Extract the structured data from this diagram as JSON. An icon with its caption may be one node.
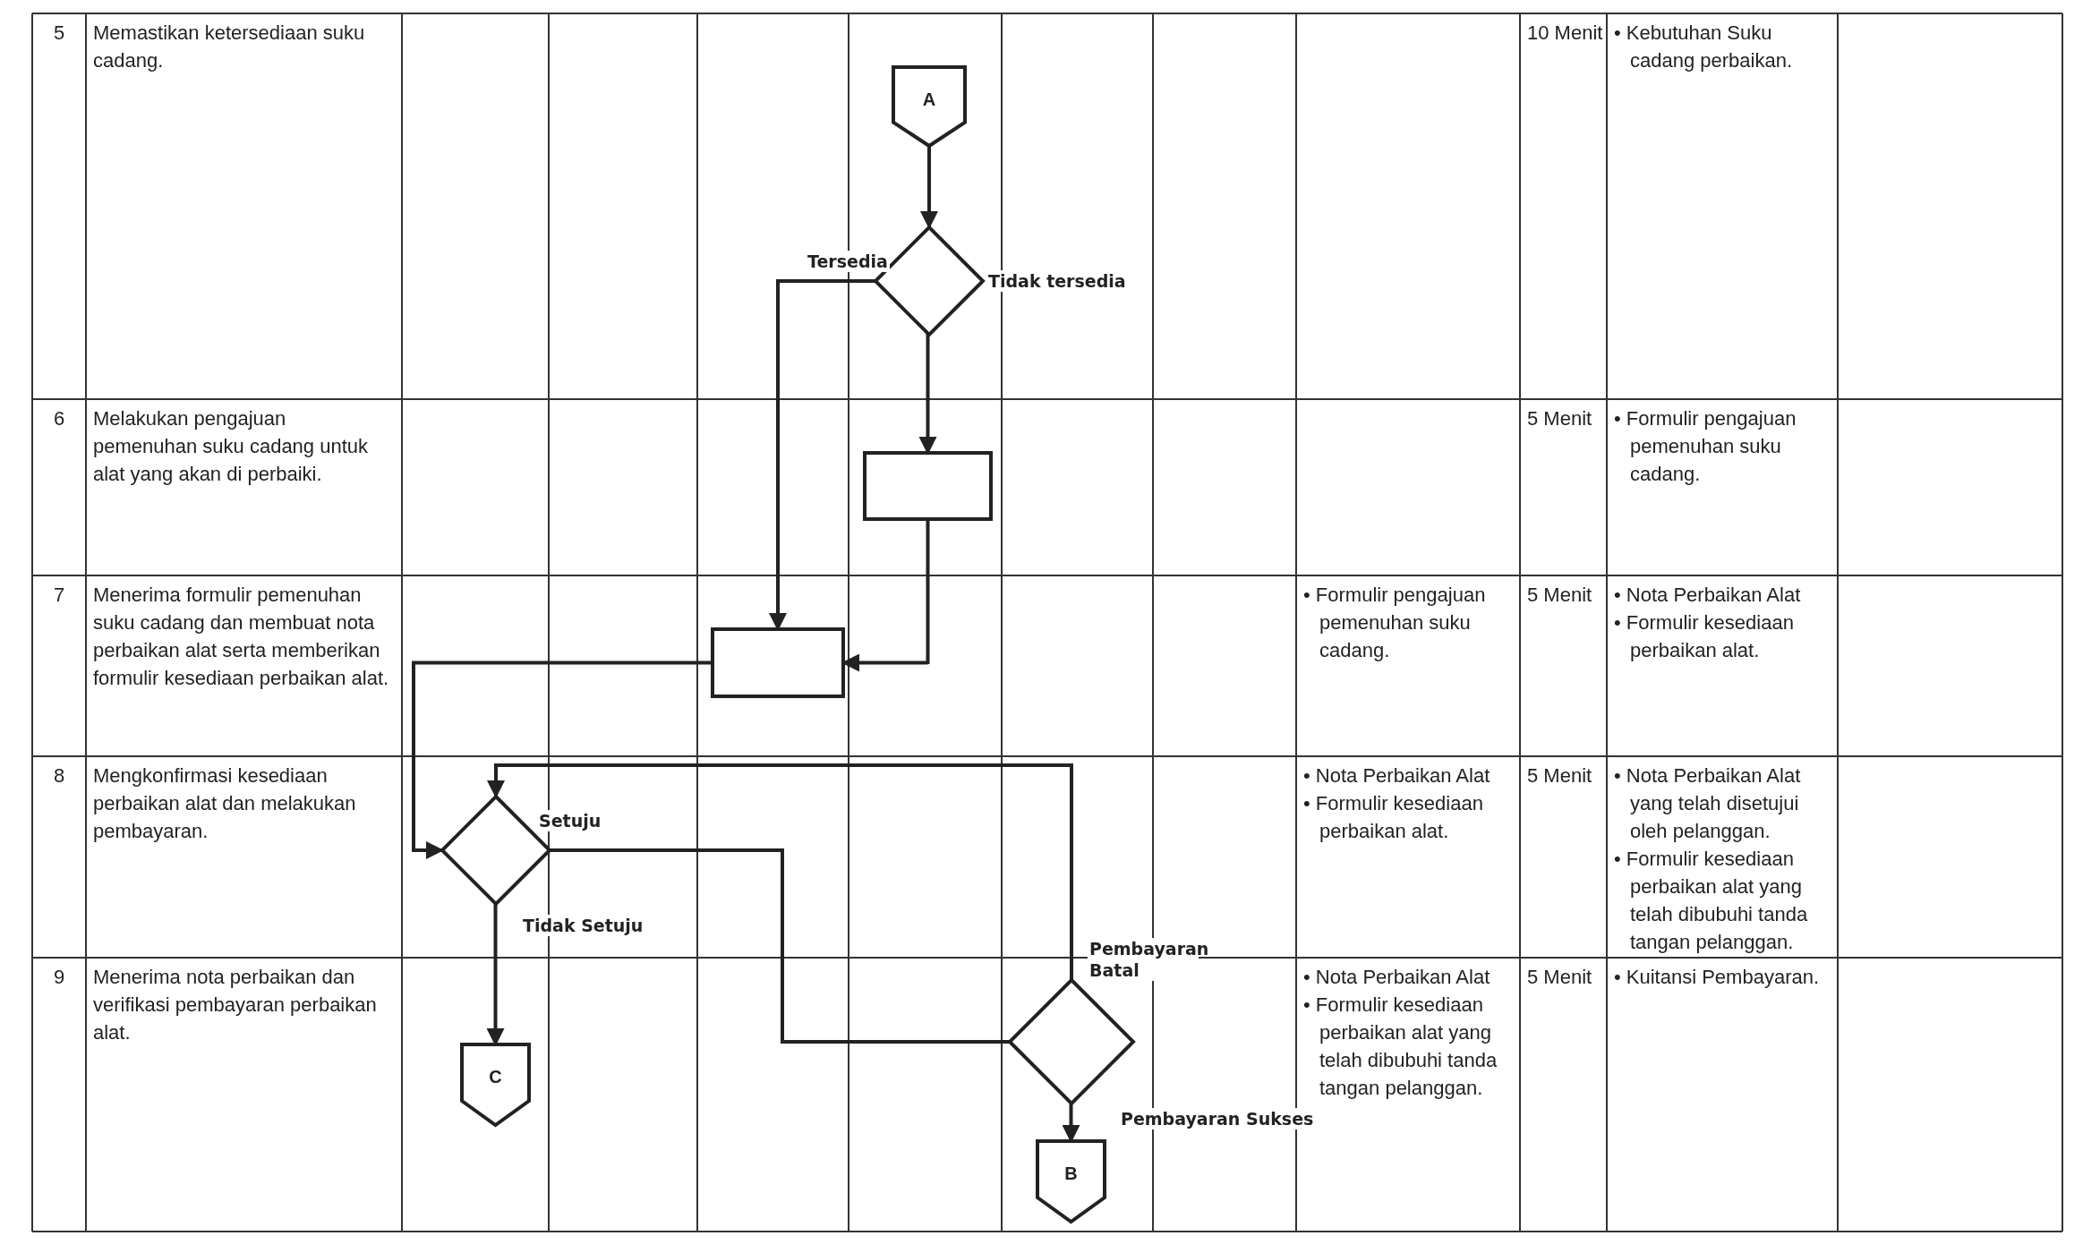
{
  "diagram": {
    "nodes": [
      {
        "text": [
          "A"
        ]
      },
      {
        "text": [],
        "shape": "diamond"
      },
      {
        "text": [],
        "shape": "box"
      },
      {
        "text": [],
        "shape": "box"
      },
      {
        "text": [],
        "shape": "diamond"
      },
      {
        "text": [
          "C"
        ]
      },
      {
        "text": [],
        "shape": "diamond"
      },
      {
        "text": [
          "B"
        ]
      }
    ],
    "edges": [
      {
        "from": 0,
        "to": 1,
        "arrow": "to"
      },
      {
        "from": 1,
        "to": 3,
        "arrow": "to",
        "label": "Tersedia"
      },
      {
        "from": 1,
        "to": 2,
        "arrow": "to",
        "label": "Tidak tersedia"
      },
      {
        "from": 2,
        "to": 3,
        "arrow": "to"
      },
      {
        "from": 3,
        "to": 4,
        "arrow": "to"
      },
      {
        "from": 4,
        "to": 5,
        "arrow": "to",
        "label": "Tidak Setuju"
      },
      {
        "from": 4,
        "to": 6,
        "arrow": "none",
        "label": "Setuju"
      },
      {
        "from": 6,
        "to": 4,
        "arrow": "to",
        "label": "Pembayaran Batal"
      },
      {
        "from": 6,
        "to": 7,
        "arrow": "to",
        "label": "Pembayaran Sukses"
      }
    ],
    "labels": [
      "5",
      "Memastikan ketersediaan suku cadang.",
      "10 Menit",
      "• Kebutuhan Suku cadang perbaikan.",
      "6",
      "Melakukan pengajuan pemenuhan suku cadang untuk alat yang akan di perbaiki.",
      "5 Menit",
      "• Formulir pengajuan pemenuhan suku cadang.",
      "7",
      "Menerima formulir pemenuhan suku cadang dan membuat nota perbaikan alat serta memberikan formulir kesediaan perbaikan alat.",
      "• Formulir pengajuan pemenuhan suku cadang.",
      "5 Menit",
      "• Nota Perbaikan Alat",
      "• Formulir kesediaan perbaikan alat.",
      "8",
      "Mengkonfirmasi kesediaan perbaikan alat dan melakukan pembayaran.",
      "• Nota Perbaikan Alat",
      "• Formulir kesediaan perbaikan alat.",
      "5 Menit",
      "• Nota Perbaikan Alat yang telah disetujui oleh pelanggan.",
      "• Formulir kesediaan perbaikan alat yang telah dibubuhi tanda tangan pelanggan.",
      "9",
      "Menerima nota perbaikan dan verifikasi pembayaran perbaikan alat.",
      "• Nota Perbaikan Alat",
      "• Formulir kesediaan perbaikan alat yang telah dibubuhi tanda tangan pelanggan.",
      "5 Menit",
      "• Kuitansi Pembayaran."
    ]
  }
}
